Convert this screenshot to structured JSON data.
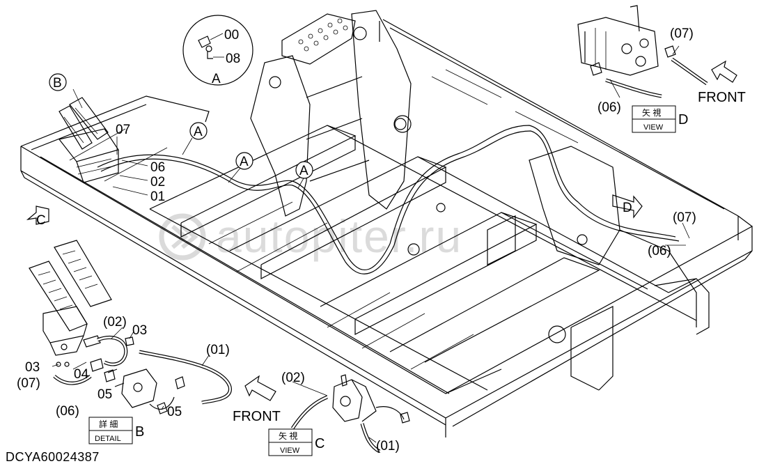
{
  "drawing_code": "DCYA60024387",
  "watermark": "autopiter.ru",
  "circle_labels": {
    "A": "A",
    "B": "B",
    "C": "C",
    "D": "D"
  },
  "part_numbers": {
    "p00": "00",
    "p08": "08",
    "p07": "07",
    "p06": "06",
    "p02": "02",
    "p01": "01",
    "p03": "03",
    "p04": "04",
    "p05": "05",
    "p01_paren": "(01)",
    "p02_paren": "(02)",
    "p06_paren": "(06)",
    "p07_paren": "(07)"
  },
  "front_label": "FRONT",
  "view_box": {
    "jp": "矢 視",
    "en": "VIEW"
  },
  "detail_box": {
    "jp": "詳 細",
    "en": "DETAIL"
  },
  "detail_a_label": "A"
}
